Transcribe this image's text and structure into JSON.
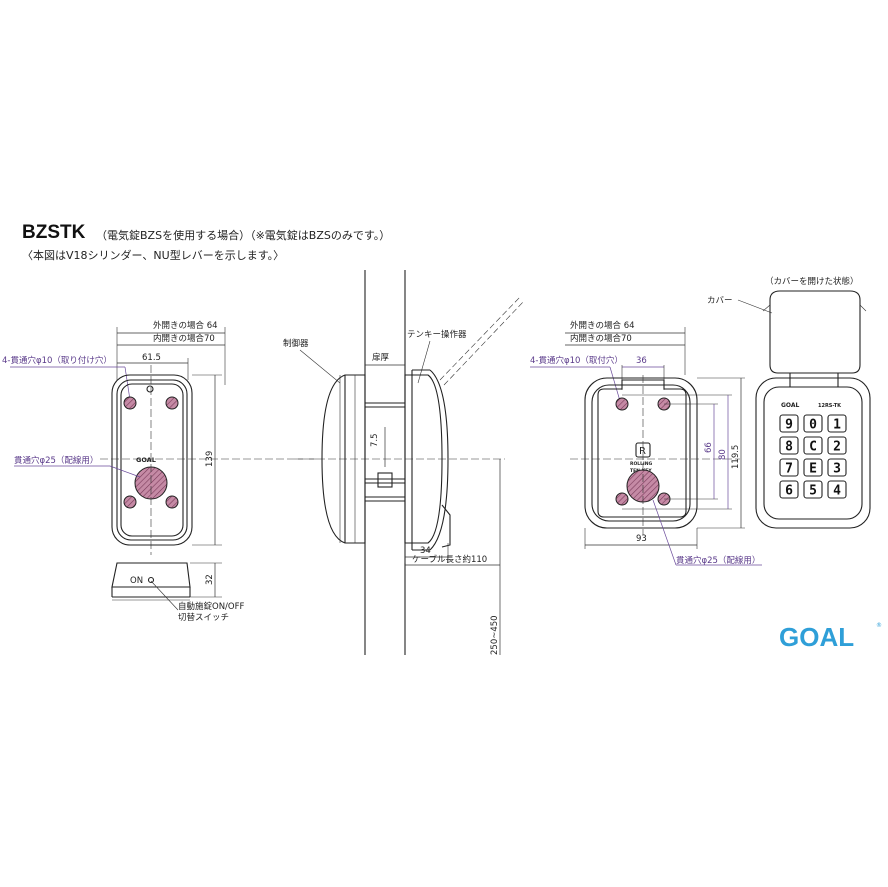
{
  "title": "BZSTK",
  "subtitle": "（電気錠BZSを使用する場合）（※電気錠はBZSのみです。）",
  "note": "〈本図はV18シリンダー、NU型レバーを示します。〉",
  "left_view": {
    "outer_label": "外開きの場合 64",
    "inner_label": "内開きの場合70",
    "width_61": "61.5",
    "hole_label": "4-貫通穴φ10（取り付け穴）",
    "through_label": "貫通穴φ25（配線用）",
    "height_139": "139",
    "depth_32": "32",
    "on_label": "ON",
    "switch_label_1": "自動施錠ON/OFF",
    "switch_label_2": "切替スイッチ",
    "brand": "GOAL"
  },
  "middle_view": {
    "controller_label": "制御器",
    "door_label": "扉厚",
    "keypad_label": "テンキー操作器",
    "dim_75": "7.5",
    "dim_34": "34",
    "cable_label": "ケーブル長さ約110",
    "dim_250": "250~450"
  },
  "right_view": {
    "outer_label": "外開きの場合 64",
    "inner_label": "内開きの場合70",
    "hole_label": "4-貫通穴φ10（取付穴）",
    "dim_36": "36",
    "dim_66": "66",
    "dim_80": "80",
    "dim_1195": "119.5",
    "dim_93": "93",
    "through_label": "貫通穴φ25（配線用）",
    "plate_text_1": "ROLLING",
    "plate_text_2": "TEN-KEY",
    "cover_open_label": "（カバーを開けた状態）",
    "cover_label": "カバー",
    "keypad_brand": "GOAL",
    "keypad_model": "12RS-TK",
    "keys": [
      "9",
      "0",
      "1",
      "8",
      "C",
      "2",
      "7",
      "E",
      "3",
      "6",
      "5",
      "4"
    ]
  },
  "logo": "GOAL",
  "colors": {
    "logo": "#2f9fd8",
    "hole_fill": "#b07090",
    "dim_purple": "#6a4a9a"
  }
}
